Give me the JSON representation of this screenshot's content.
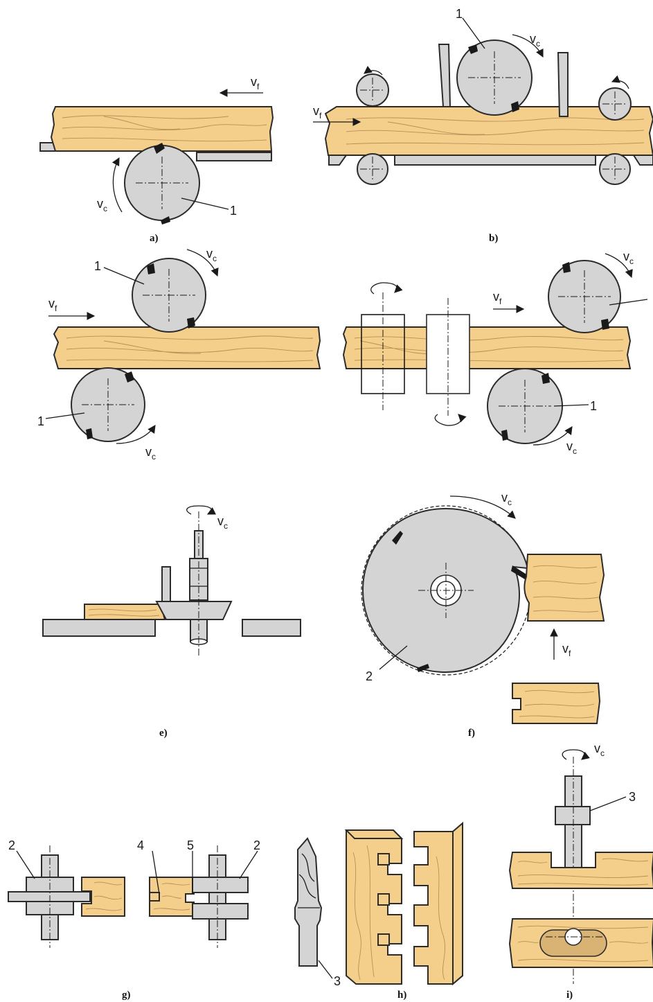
{
  "labels": {
    "vf": "v",
    "vf_sub": "f",
    "vc": "v",
    "vc_sub": "c",
    "n1": "1",
    "n2": "2",
    "n3": "3",
    "n4": "4",
    "n5": "5"
  },
  "captions": {
    "a": "a)",
    "b": "b)",
    "e": "e)",
    "f": "f)",
    "g": "g)",
    "h": "h)",
    "i": "i)"
  },
  "colors": {
    "wood": "#f4cf8c",
    "steel": "#d4d4d4",
    "outline": "#2b2b2b"
  }
}
